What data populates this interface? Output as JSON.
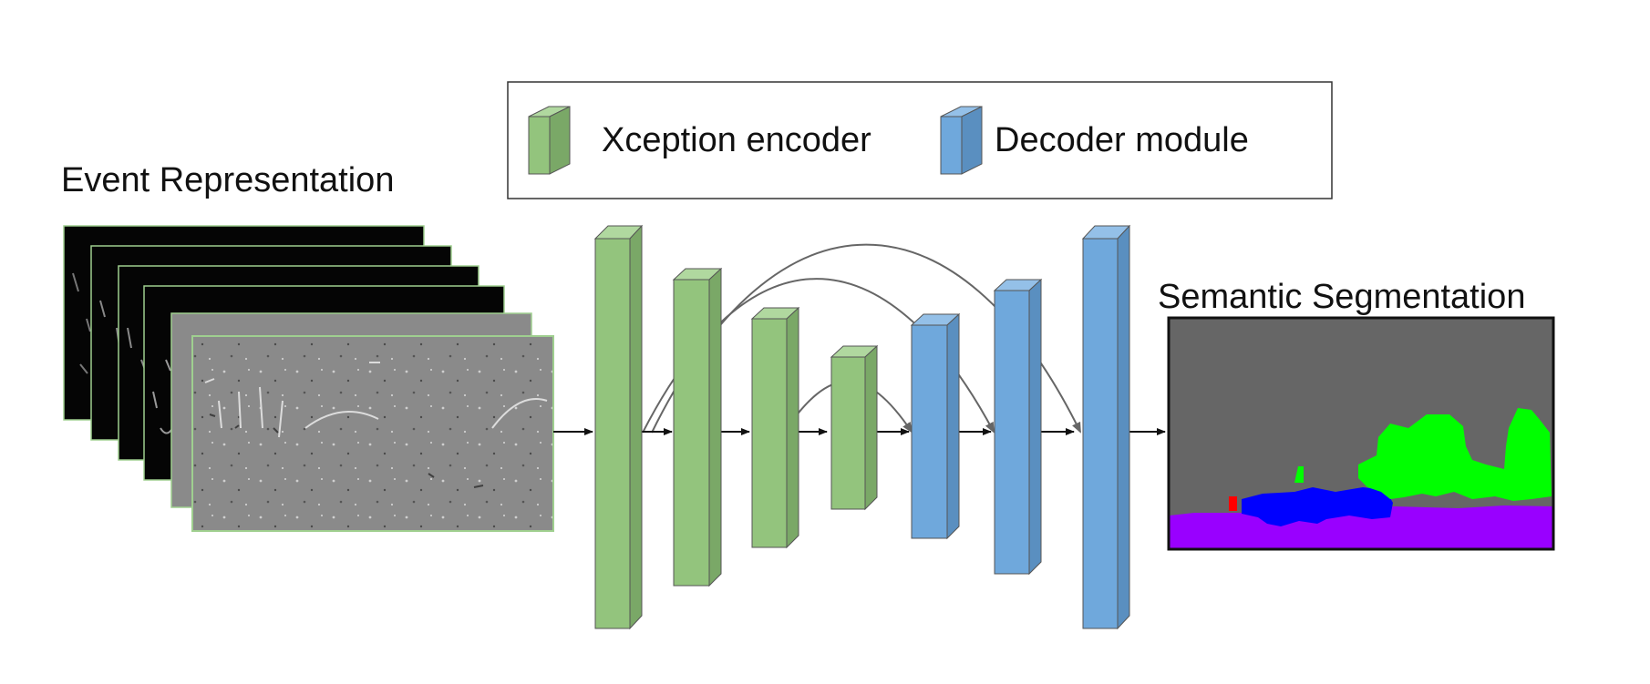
{
  "input": {
    "title": "Event Representation"
  },
  "output": {
    "title": "Semantic Segmentation"
  },
  "legend": {
    "encoder_label": "Xception encoder",
    "decoder_label": "Decoder module"
  },
  "colors": {
    "encoder_front": "#93c47d",
    "encoder_side": "#7aa867",
    "encoder_top": "#b0d89f",
    "decoder_front": "#6fa8dc",
    "decoder_side": "#5a8fc0",
    "decoder_top": "#94c0e8",
    "seg_background": "#666666",
    "seg_vegetation": "#00ff00",
    "seg_vehicle": "#0000ff",
    "seg_road": "#9900ff",
    "seg_pedestrian": "#ff0000"
  }
}
